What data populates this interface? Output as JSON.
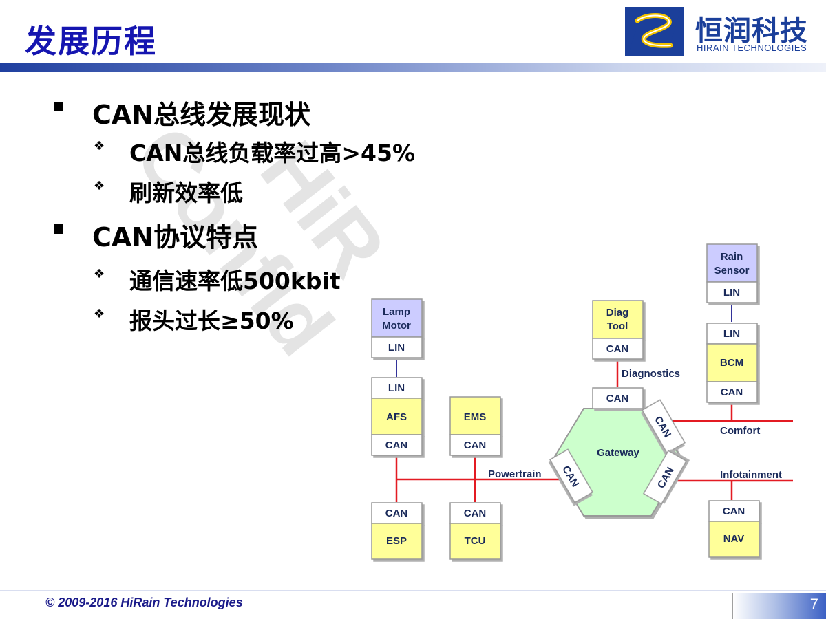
{
  "title": "发展历程",
  "logo": {
    "name_cn": "恒润科技",
    "name_en": "HIRAIN TECHNOLOGIES"
  },
  "watermark": {
    "line1": "HiR",
    "line2": "Confid"
  },
  "bullets": [
    {
      "text": "CAN总线发展现状",
      "level": 1
    },
    {
      "text": "CAN总线负载率过高>45%",
      "level": 2
    },
    {
      "text": "刷新效率低",
      "level": 2
    },
    {
      "text": "CAN协议特点",
      "level": 1
    },
    {
      "text": "通信速率低500kbit",
      "level": 2
    },
    {
      "text": "报头过长≥50%",
      "level": 2
    }
  ],
  "diagram": {
    "nodes": {
      "rain_sensor": {
        "name": "Rain Sensor",
        "name_line1": "Rain",
        "name_line2": "Sensor",
        "port": "LIN"
      },
      "lamp_motor": {
        "name": "Lamp Motor",
        "name_line1": "Lamp",
        "name_line2": "Motor",
        "port": "LIN"
      },
      "diag_tool": {
        "name": "Diag Tool",
        "name_line1": "Diag",
        "name_line2": "Tool",
        "port": "CAN"
      },
      "bcm": {
        "name": "BCM",
        "port_top": "LIN",
        "port_bottom": "CAN"
      },
      "afs": {
        "name": "AFS",
        "port_top": "LIN",
        "port_bottom": "CAN"
      },
      "ems": {
        "name": "EMS",
        "port_bottom": "CAN"
      },
      "esp": {
        "name": "ESP",
        "port_top": "CAN"
      },
      "tcu": {
        "name": "TCU",
        "port_top": "CAN"
      },
      "nav": {
        "name": "NAV",
        "port_top": "CAN"
      },
      "gateway": {
        "name": "Gateway",
        "port_top": "CAN",
        "port_upper_right": "CAN",
        "port_left": "CAN",
        "port_lower_right": "CAN"
      }
    },
    "networks": {
      "diagnostics": "Diagnostics",
      "comfort": "Comfort",
      "powertrain": "Powertrain",
      "infotainment": "Infotainment"
    },
    "colors": {
      "yellow_fill": "#ffff99",
      "lavender_fill": "#ccccff",
      "gateway_fill": "#ccffcc",
      "bus_red": "#e31b23",
      "lin_blue": "#33339a"
    }
  },
  "footer": {
    "copyright": "© 2009-2016  HiRain Technologies",
    "page": "7"
  }
}
